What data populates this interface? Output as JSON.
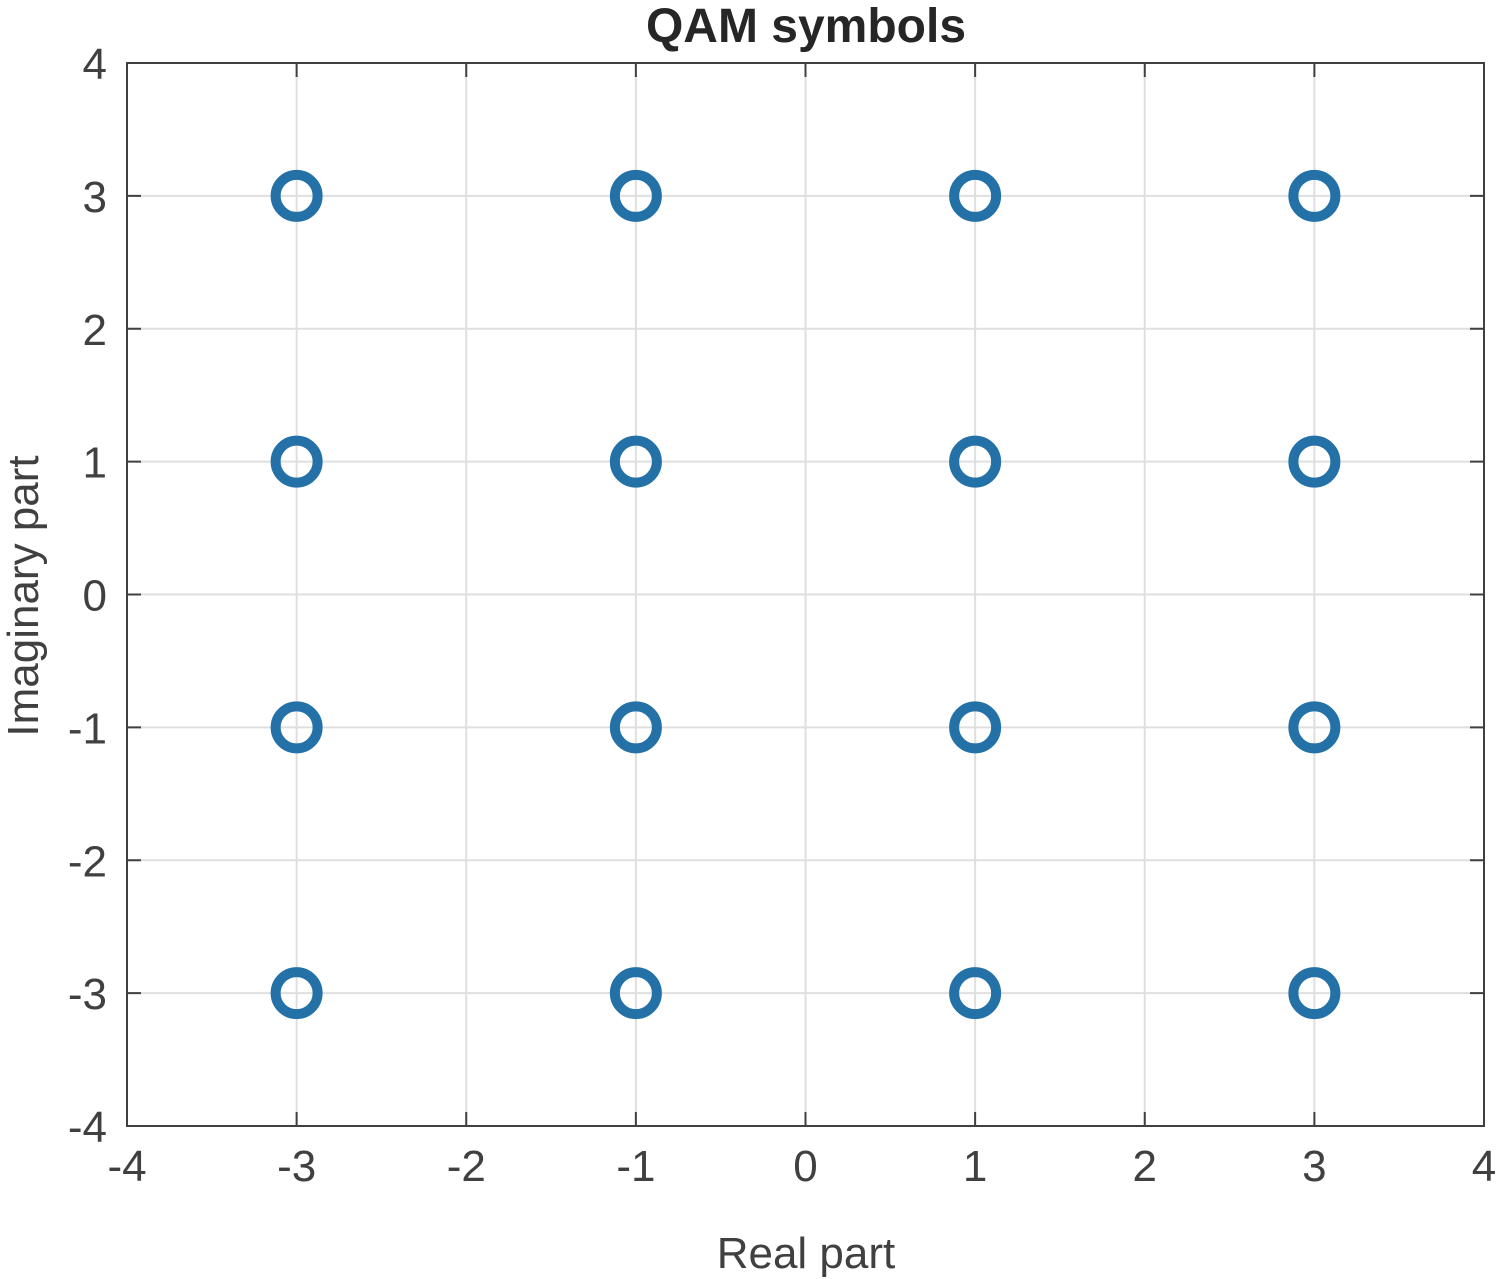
{
  "chart_data": {
    "type": "scatter",
    "title": "QAM symbols",
    "xlabel": "Real part",
    "ylabel": "Imaginary part",
    "xlim": [
      -4,
      4
    ],
    "ylim": [
      -4,
      4
    ],
    "xticks": [
      -4,
      -3,
      -2,
      -1,
      0,
      1,
      2,
      3,
      4
    ],
    "yticks": [
      -4,
      -3,
      -2,
      -1,
      0,
      1,
      2,
      3,
      4
    ],
    "xtick_labels": [
      "-4",
      "-3",
      "-2",
      "-1",
      "0",
      "1",
      "2",
      "3",
      "4"
    ],
    "ytick_labels": [
      "-4",
      "-3",
      "-2",
      "-1",
      "0",
      "1",
      "2",
      "3",
      "4"
    ],
    "grid": true,
    "marker": "circle-open",
    "color": "#2471a8",
    "series": [
      {
        "points": [
          {
            "x": -3,
            "y": 3
          },
          {
            "x": -1,
            "y": 3
          },
          {
            "x": 1,
            "y": 3
          },
          {
            "x": 3,
            "y": 3
          },
          {
            "x": -3,
            "y": 1
          },
          {
            "x": -1,
            "y": 1
          },
          {
            "x": 1,
            "y": 1
          },
          {
            "x": 3,
            "y": 1
          },
          {
            "x": -3,
            "y": -1
          },
          {
            "x": -1,
            "y": -1
          },
          {
            "x": 1,
            "y": -1
          },
          {
            "x": 3,
            "y": -1
          },
          {
            "x": -3,
            "y": -3
          },
          {
            "x": -1,
            "y": -3
          },
          {
            "x": 1,
            "y": -3
          },
          {
            "x": 3,
            "y": -3
          }
        ]
      }
    ]
  }
}
